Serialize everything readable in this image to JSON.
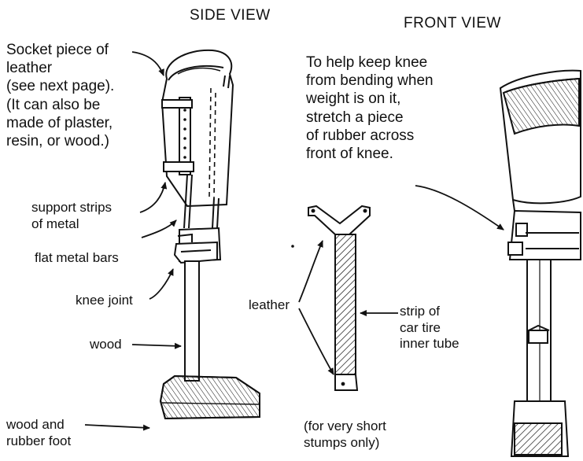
{
  "titles": {
    "side_view": "SIDE VIEW",
    "front_view": "FRONT VIEW"
  },
  "side_labels": {
    "socket": "Socket piece of\nleather\n(see next page).\n(It can also be\nmade of plaster,\nresin, or wood.)",
    "support_strips": "support strips\nof metal",
    "flat_bars": "flat metal bars",
    "knee_joint": "knee joint",
    "wood": "wood",
    "foot": "wood and\nrubber foot"
  },
  "front_labels": {
    "note": "To help keep knee\nfrom bending when\nweight is on it,\nstretch a piece\nof rubber across\nfront of knee.",
    "leather": "leather",
    "strip": "strip of\ncar tire\ninner tube",
    "short_stumps": "(for very short\nstumps only)"
  },
  "colors": {
    "ink": "#111111",
    "paper": "#ffffff"
  }
}
